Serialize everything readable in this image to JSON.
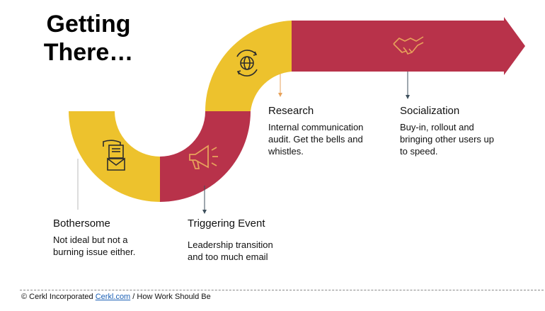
{
  "title": "Getting There…",
  "colors": {
    "yellow": "#EDC22D",
    "red": "#B8324A",
    "icon_line": "#E7A25B",
    "dark_icon": "#2d2d2d"
  },
  "stages": [
    {
      "head": "Bothersome",
      "desc": "Not ideal but not a burning issue either.",
      "icon": "envelope-hand-icon"
    },
    {
      "head": "Triggering Event",
      "desc": "Leadership transition and too much email",
      "icon": "megaphone-icon"
    },
    {
      "head": "Research",
      "desc": "Internal communication audit. Get the bells and whistles.",
      "icon": "globe-cycle-icon"
    },
    {
      "head": "Socialization",
      "desc": "Buy-in, rollout and bringing other users up to speed.",
      "icon": "handshake-icon"
    }
  ],
  "footer": {
    "copyright": "© Cerkl Incorporated",
    "link": "Cerkl.com",
    "tagline": "/  How Work Should Be"
  }
}
